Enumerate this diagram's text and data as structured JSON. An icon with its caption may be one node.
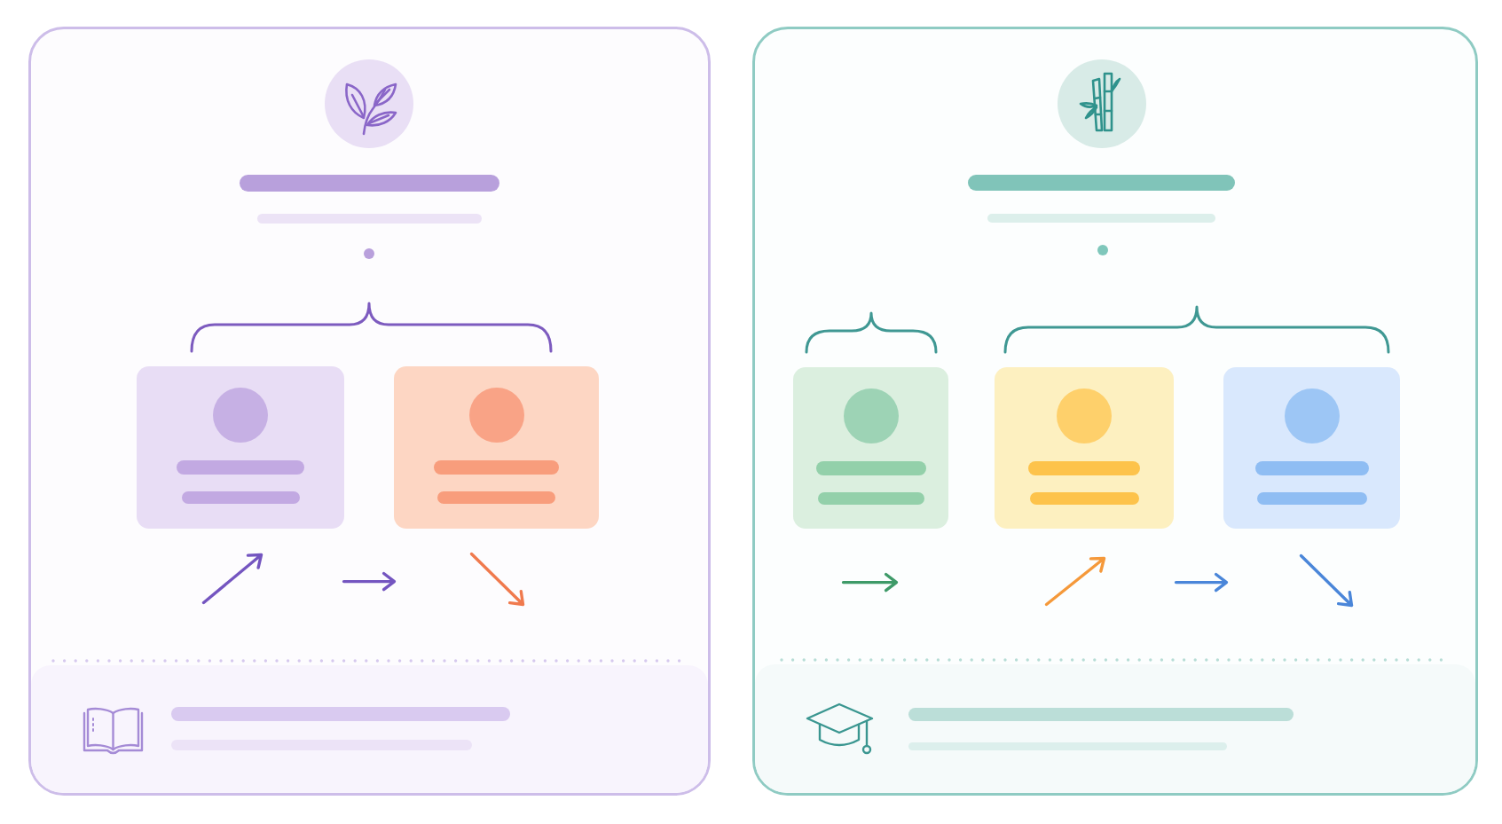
{
  "diagram": {
    "nodes": [
      {
        "text": [],
        "shape": "box"
      },
      {
        "text": [],
        "shape": "box",
        "in": 0
      },
      {
        "text": [],
        "shape": "box",
        "in": 0
      },
      {
        "text": [],
        "shape": "box"
      },
      {
        "text": [],
        "shape": "box",
        "in": 3
      },
      {
        "text": [],
        "shape": "box",
        "in": 3
      },
      {
        "text": [],
        "shape": "box",
        "in": 3
      }
    ]
  }
}
